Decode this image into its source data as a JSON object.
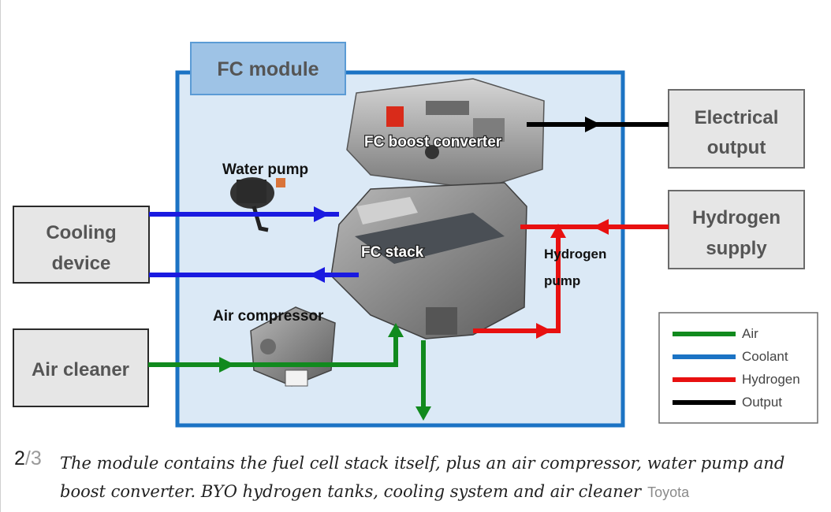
{
  "diagram": {
    "module_title": "FC module",
    "boxes": {
      "electrical_output": [
        "Electrical",
        "output"
      ],
      "hydrogen_supply": [
        "Hydrogen",
        "supply"
      ],
      "cooling_device": [
        "Cooling",
        "device"
      ],
      "air_cleaner": "Air cleaner"
    },
    "components": {
      "boost_converter": "FC boost converter",
      "water_pump": "Water pump",
      "fc_stack": "FC stack",
      "hydrogen_pump": [
        "Hydrogen",
        "pump"
      ],
      "air_compressor": "Air compressor"
    },
    "legend": [
      {
        "label": "Air",
        "color": "#118a1e"
      },
      {
        "label": "Coolant",
        "color": "#1b73c4"
      },
      {
        "label": "Hydrogen",
        "color": "#e81010"
      },
      {
        "label": "Output",
        "color": "#000000"
      }
    ],
    "colors": {
      "module_border": "#1b73c4",
      "module_fill": "#dbe9f6",
      "title_tab_fill": "#9ec3e6",
      "air": "#118a1e",
      "coolant": "#1a1ae0",
      "hydrogen": "#e81010",
      "output": "#000000"
    }
  },
  "caption": {
    "current": "2",
    "total": "/3",
    "text": "The module contains the fuel cell stack itself, plus an air compressor, water pump and boost converter. BYO hydrogen tanks, cooling system and air cleaner",
    "credit": "Toyota"
  }
}
